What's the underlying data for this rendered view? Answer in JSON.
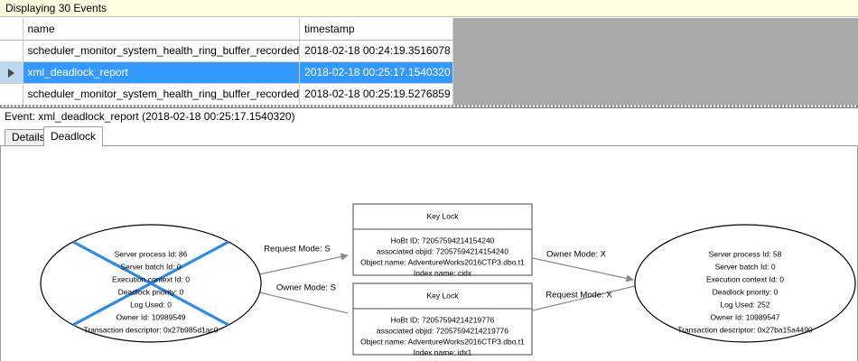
{
  "status_banner": {
    "text": "Displaying 30 Events"
  },
  "events_grid": {
    "columns": [
      "",
      "name",
      "timestamp"
    ],
    "rows": [
      {
        "selected": false,
        "marker": "",
        "name": "scheduler_monitor_system_health_ring_buffer_recorded",
        "timestamp": "2018-02-18 00:24:19.3516078"
      },
      {
        "selected": true,
        "marker": "row-arrow-icon",
        "name": "xml_deadlock_report",
        "timestamp": "2018-02-18 00:25:17.1540320"
      },
      {
        "selected": false,
        "marker": "",
        "name": "scheduler_monitor_system_health_ring_buffer_recorded",
        "timestamp": "2018-02-18 00:25:19.5276859"
      }
    ]
  },
  "event_header": {
    "text": "Event: xml_deadlock_report (2018-02-18 00:25:17.1540320)"
  },
  "tabs": [
    {
      "label": "Details",
      "active": false
    },
    {
      "label": "Deadlock",
      "active": true
    }
  ],
  "deadlock": {
    "process_left": {
      "lines": [
        "Server process Id: 86",
        "Server batch Id: 0",
        "Execution context Id: 0",
        "Deadlock priority: 0",
        "Log Used: 0",
        "Owner Id: 10989549",
        "Transaction descriptor: 0x27b985d1ac0"
      ],
      "is_victim": true,
      "victim_color": "#2e8ae6"
    },
    "process_right": {
      "lines": [
        "Server process Id: 58",
        "Server batch Id: 0",
        "Execution context Id: 0",
        "Deadlock priority: 0",
        "Log Used: 252",
        "Owner Id: 10989547",
        "Transaction descriptor: 0x27ba15a4490"
      ],
      "is_victim": false
    },
    "resource_top": {
      "title": "Key Lock",
      "lines": [
        "HoBt ID: 72057594214154240",
        "associated objid: 72057594214154240",
        "Object name: AdventureWorks2016CTP3.dbo.t1",
        "Index name: cidx"
      ]
    },
    "resource_bottom": {
      "title": "Key Lock",
      "lines": [
        "HoBt ID: 72057594214219776",
        "associated objid: 72057594214219776",
        "Object name: AdventureWorks2016CTP3.dbo.t1",
        "Index name: idx1"
      ]
    },
    "edges": [
      {
        "label": "Request Mode: S",
        "from": "process_left",
        "to": "resource_top"
      },
      {
        "label": "Owner Mode: X",
        "from": "resource_top",
        "to": "process_right"
      },
      {
        "label": "Owner Mode: S",
        "from": "resource_bottom",
        "to": "process_left"
      },
      {
        "label": "Request Mode: X",
        "from": "process_right",
        "to": "resource_bottom"
      }
    ]
  }
}
